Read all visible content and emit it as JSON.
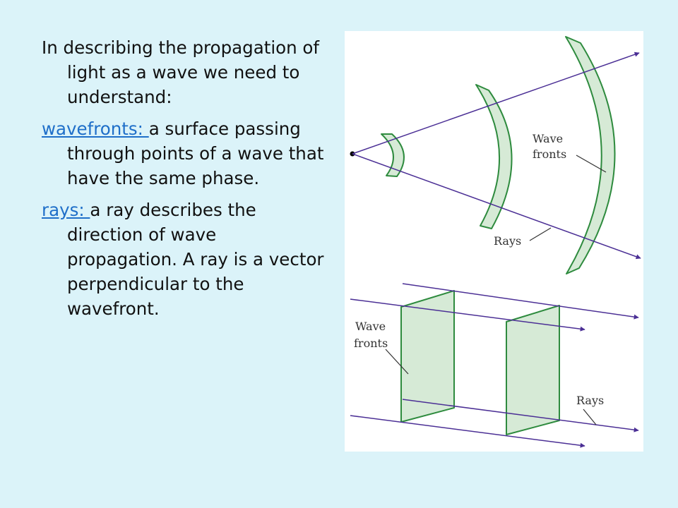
{
  "text": {
    "intro": "In describing the propagation of light as a wave we need to understand:",
    "wavefronts_term": "wavefronts: ",
    "wavefronts_def": "a surface passing through points of a wave that have the same phase.",
    "rays_term": "rays: ",
    "rays_def": "a ray describes the direction of wave propagation.  A ray is a vector perpendicular  to the wavefront."
  },
  "figure": {
    "top_labels": {
      "wave_fronts_line1": "Wave",
      "wave_fronts_line2": "fronts",
      "rays": "Rays"
    },
    "bottom_labels": {
      "wave_fronts_line1": "Wave",
      "wave_fronts_line2": "fronts",
      "rays": "Rays"
    }
  },
  "colors": {
    "background": "#dbf3f9",
    "term_link": "#1f6fc9",
    "wavefront_fill": "#d6ead6",
    "wavefront_stroke": "#2e8b3e",
    "ray_arrow": "#4b2f95"
  }
}
